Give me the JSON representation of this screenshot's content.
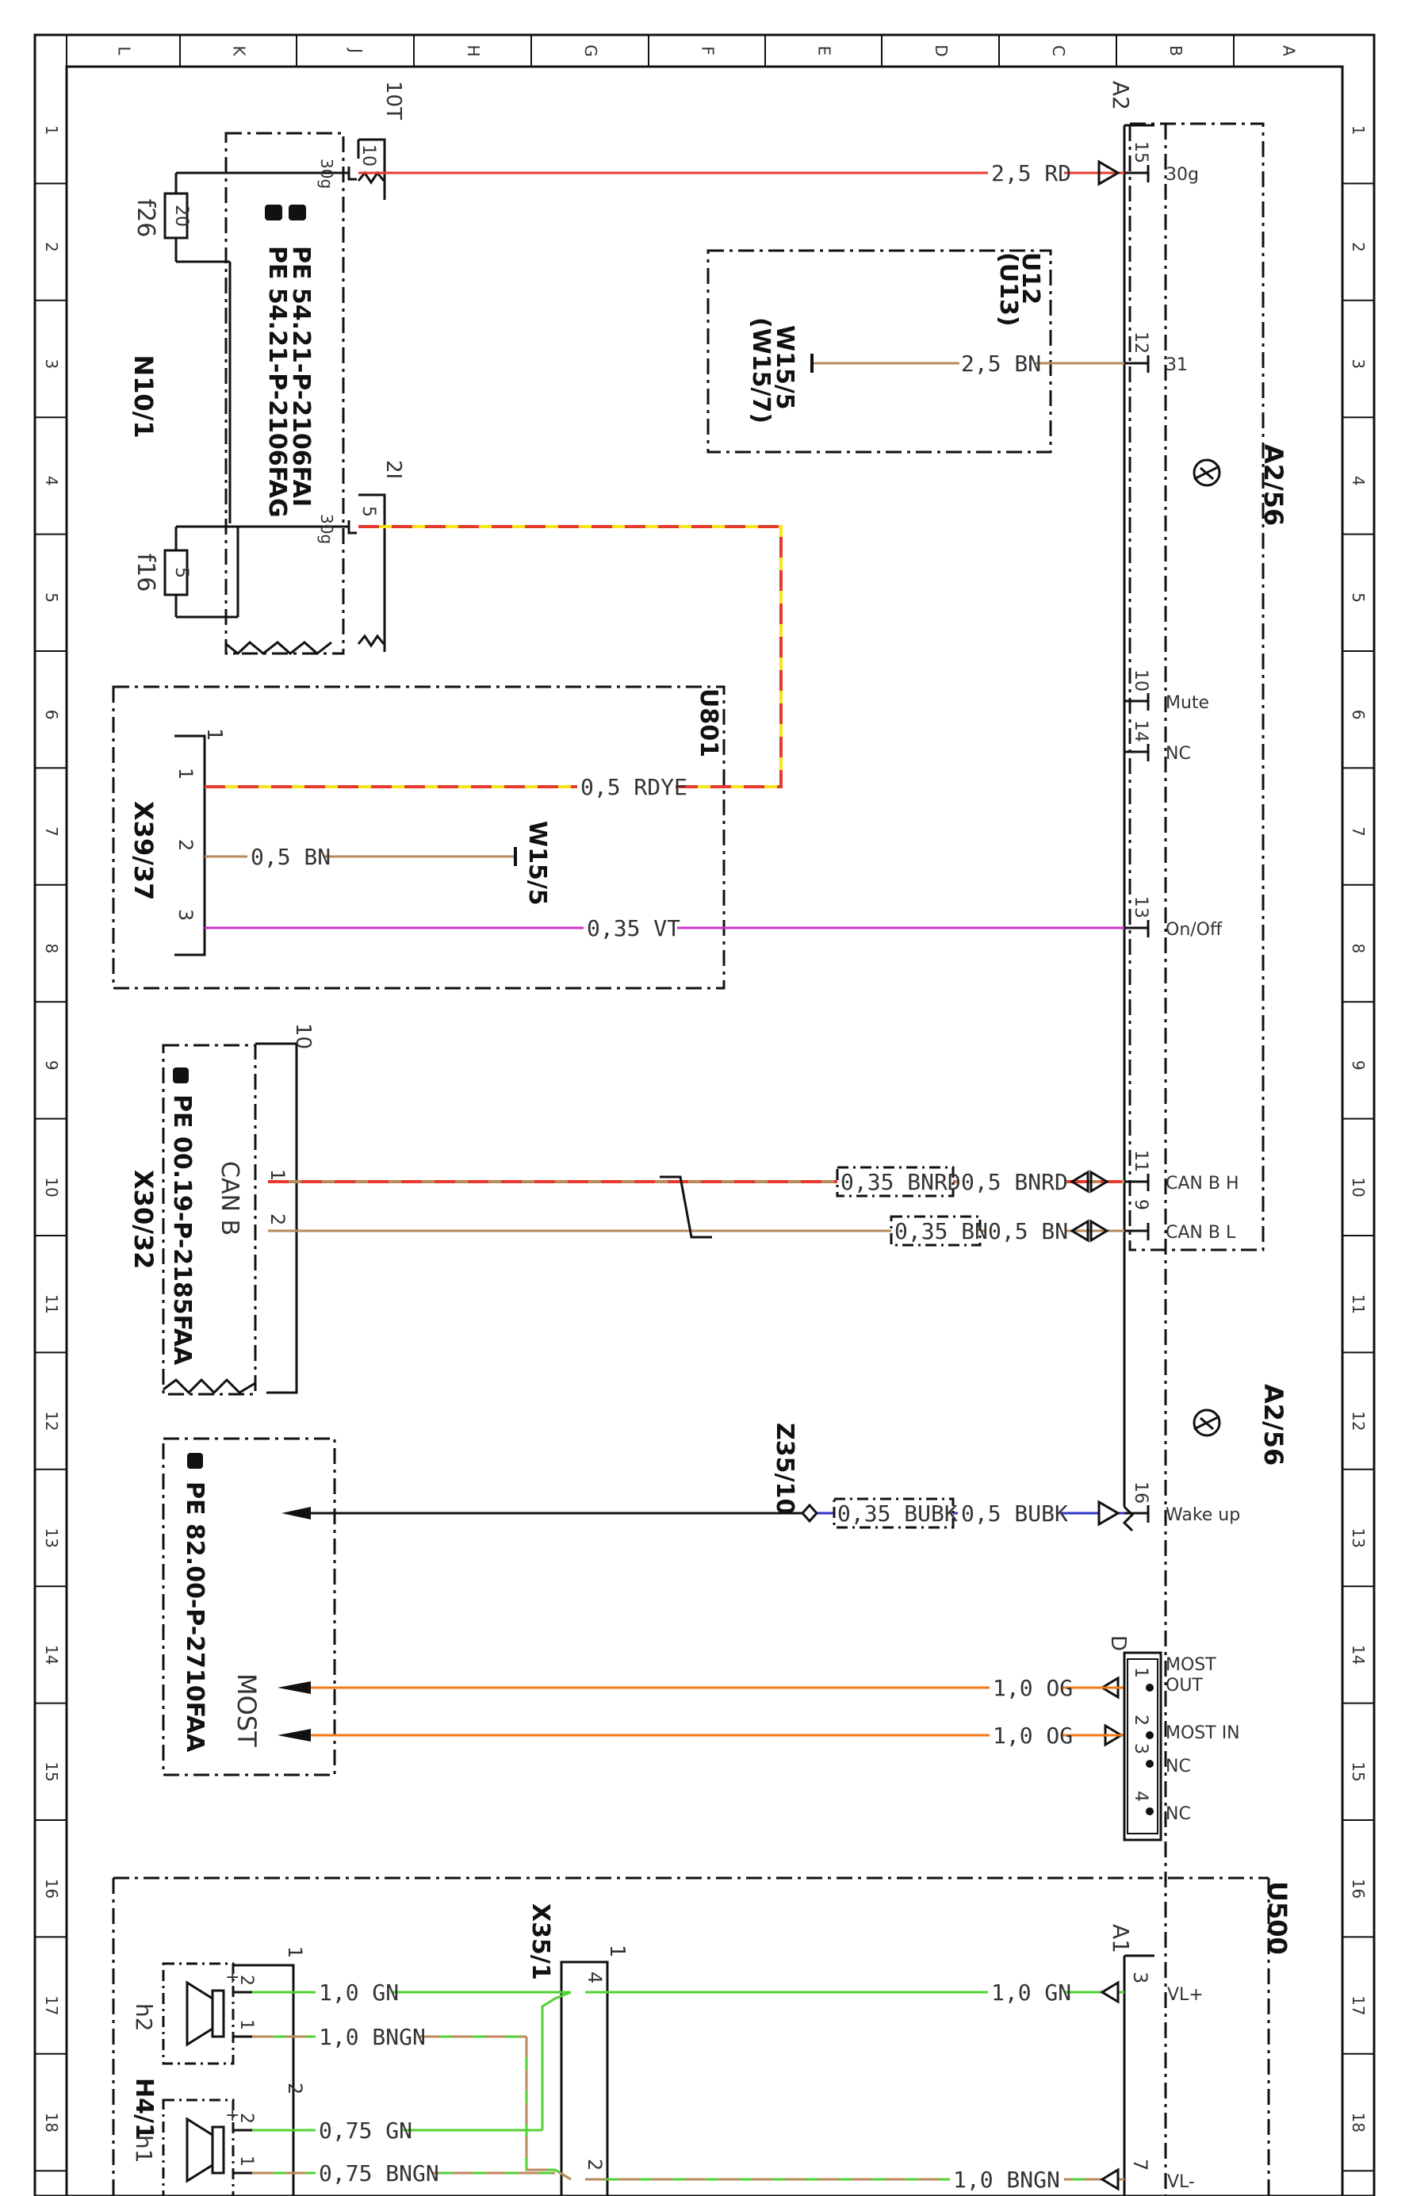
{
  "grid": {
    "cols": [
      "A",
      "B",
      "C",
      "D",
      "E",
      "F",
      "G",
      "H",
      "J",
      "K",
      "L"
    ],
    "rows": [
      "1",
      "2",
      "3",
      "4",
      "5",
      "6",
      "7",
      "8",
      "9",
      "10",
      "11",
      "12",
      "13",
      "14",
      "15",
      "16",
      "17",
      "18"
    ]
  },
  "top": {
    "N10": {
      "designator": "N10/1",
      "connector_10T": "10T",
      "connector_2I": "2I",
      "pin_10": "10",
      "pin_5": "5",
      "pin_30g_a": "30g",
      "pin_30g_b": "30g",
      "ref1": "PE 54.21-P-2106FAG",
      "ref2": "PE 54.21-P-2106FAI",
      "fuse_f26": "f26",
      "fuse_f26_val": "20",
      "fuse_f16": "f16",
      "fuse_f16_val": "5"
    },
    "A2": {
      "label": "A2",
      "pin_15": "15",
      "pin_12": "12",
      "pin_10": "10",
      "pin_14": "14",
      "pin_13": "13",
      "pin_11": "11",
      "pin_9": "9",
      "pin_16": "16",
      "sig_30g": "30g",
      "sig_31": "31",
      "sig_mute": "Mute",
      "sig_nc": "NC",
      "sig_onoff": "On/Off",
      "sig_canh": "CAN B H",
      "sig_canl": "CAN B L",
      "sig_wake": "Wake up"
    },
    "A2_56_a": "A2/56",
    "A2_56_b": "A2/56",
    "U12": "U12",
    "U13": "(U13)",
    "W15_5_top": "W15/5",
    "W15_7": "(W15/7)",
    "wire_rd": "2,5 RD",
    "wire_bn": "2,5 BN"
  },
  "u801": {
    "label": "U801",
    "X39": "X39/37",
    "conn_no": "1",
    "pin1": "1",
    "pin2": "2",
    "pin3": "3",
    "wire_rdye": "0,5 RDYE",
    "wire_bn": "0,5 BN",
    "wire_vt": "0,35 VT",
    "W15_5": "W15/5"
  },
  "canb": {
    "X30": "X30/32",
    "conn_no": "10",
    "bus": "CAN B",
    "pin1": "1",
    "pin2": "2",
    "ref": "PE 00.19-P-2185FAA",
    "wire_bnrd_box": "0,35 BNRD",
    "wire_bnrd": "0,5 BNRD",
    "wire_bn_box": "0,35 BN",
    "wire_bn": "0,5 BN"
  },
  "wake": {
    "Z35": "Z35/10",
    "box": "0,35 BUBK",
    "wire": "0,5 BUBK"
  },
  "most": {
    "ref": "PE 82.00-P-2710FAA",
    "title": "MOST",
    "D": "D",
    "wire1": "1,0 OG",
    "wire2": "1,0 OG",
    "pin1": "1",
    "pin2": "2",
    "pin3": "3",
    "pin4": "4",
    "sig_out_1": "MOST",
    "sig_out_2": "OUT",
    "sig_in": "MOST IN",
    "sig_nc1": "NC",
    "sig_nc2": "NC"
  },
  "u500": {
    "label": "U500",
    "X35": "X35/1",
    "X35_conn": "1",
    "X35_pin4": "4",
    "X35_pin2": "2",
    "A1": "A1",
    "A1_pin3": "3",
    "A1_pin7": "7",
    "sig_vlp": "VL+",
    "sig_vlm": "VL-",
    "H4": "H4/1",
    "h2": "h2",
    "h1": "h1",
    "conn1": "1",
    "conn2": "2",
    "h2_pin2": "2",
    "h2_pin1": "1",
    "h1_pin2": "2",
    "h1_pin1": "1",
    "plus": "+",
    "w_gn_h2": "1,0 GN",
    "w_bngn_h2": "1,0 BNGN",
    "w_gn_h1": "0,75 GN",
    "w_bngn_h1": "0,75 BNGN",
    "w_gn_a1": "1,0 GN",
    "w_bngn_a1": "1,0 BNGN"
  },
  "colors": {
    "red": "#e53b2c",
    "yellow": "#f6e51c",
    "brown": "#b88a5c",
    "violet": "#cc33cc",
    "orange": "#f07a1a",
    "green": "#52d233",
    "blue": "#3333cc",
    "black": "#111111"
  }
}
